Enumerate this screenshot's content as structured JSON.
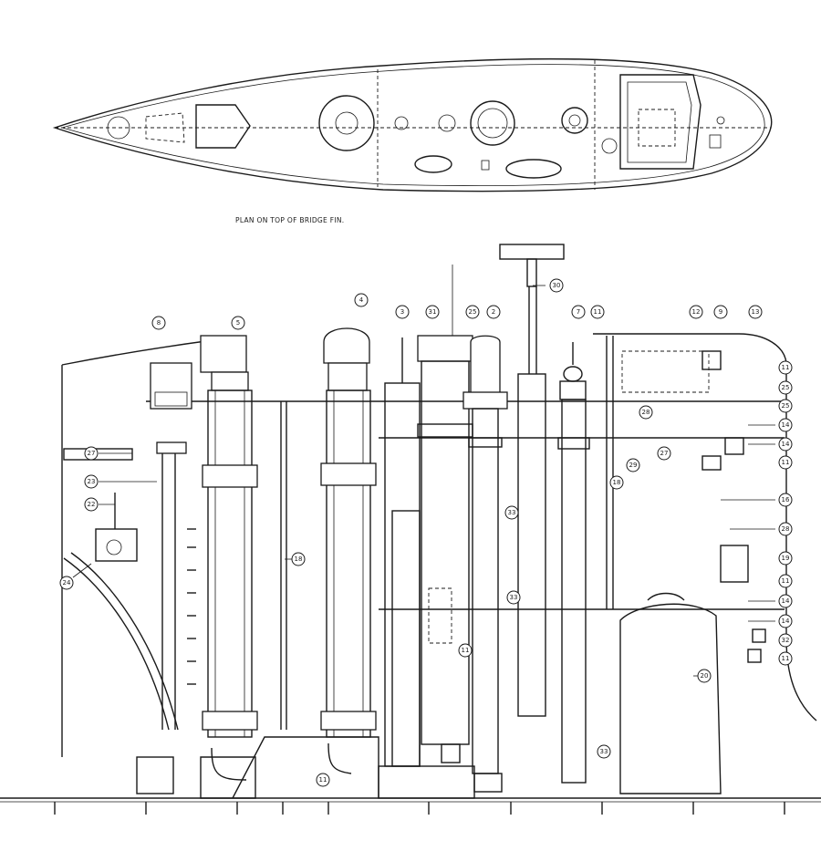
{
  "caption": "PLAN ON TOP OF BRIDGE FIN.",
  "callouts": {
    "c1": "8",
    "c2": "5",
    "c3": "4",
    "c4": "3",
    "c5": "31",
    "c6": "25",
    "c7": "2",
    "c8": "30",
    "c9": "7",
    "c10": "11",
    "c11": "12",
    "c12": "9",
    "c13": "13",
    "c14": "27",
    "c15": "23",
    "c16": "22",
    "c17": "24",
    "c18": "18",
    "c19": "11",
    "c20": "33",
    "c21": "33",
    "c22": "18",
    "c23": "29",
    "c24": "27",
    "c25": "28",
    "c26": "11",
    "c27": "25",
    "c28": "25",
    "c29": "14",
    "c30": "14",
    "c31": "11",
    "c32": "16",
    "c33": "28",
    "c34": "19",
    "c35": "11",
    "c36": "14",
    "c37": "14",
    "c38": "32",
    "c39": "11",
    "c40": "20",
    "c41": "33",
    "c42": "11"
  }
}
